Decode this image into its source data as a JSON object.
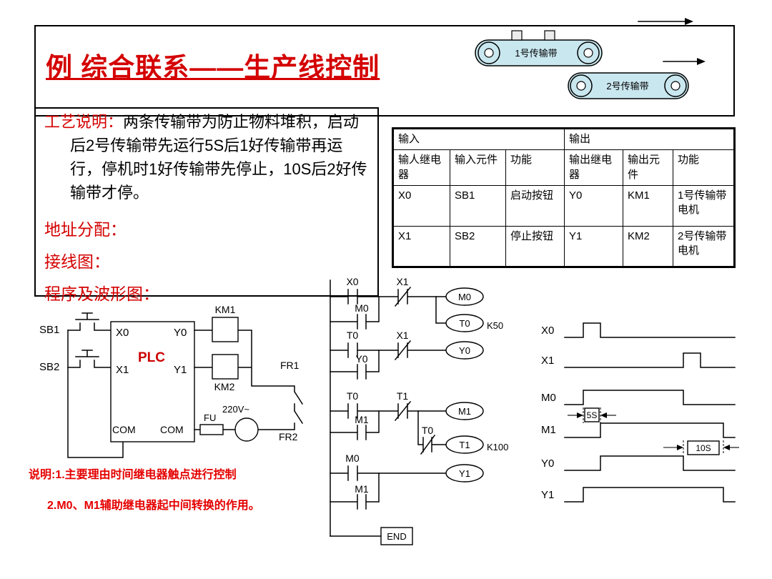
{
  "title": "例  综合联系——生产线控制",
  "banner": {
    "belt1_label": "1号传输带",
    "belt2_label": "2号传输带"
  },
  "description": {
    "heading": "工艺说明：",
    "body": "两条传输带为防止物料堆积，启动后2号传输带先运行5S后1好传输带再运行，停机时1好传输带先停止，10S后2好传输带才停。",
    "items": [
      {
        "label": "地址分配："
      },
      {
        "label": "接线图："
      },
      {
        "label": "程序及波形图："
      }
    ]
  },
  "io_table": {
    "group_headers": [
      "输入",
      "输出"
    ],
    "col_headers": [
      "输人继电器",
      "输入元件",
      "功能",
      "输出继电器",
      "输出元件",
      "功能"
    ],
    "rows": [
      [
        "X0",
        "SB1",
        "启动按钮",
        "Y0",
        "KM1",
        "1号传输带电机"
      ],
      [
        "X1",
        "SB2",
        "停止按钮",
        "Y1",
        "KM2",
        "2号传输带电机"
      ]
    ]
  },
  "wiring": {
    "sb1": "SB1",
    "sb2": "SB2",
    "x0": "X0",
    "x1": "X1",
    "y0": "Y0",
    "y1": "Y1",
    "plc": "PLC",
    "com_left": "COM",
    "com_right": "COM",
    "km1": "KM1",
    "km2": "KM2",
    "fu": "FU",
    "voltage": "220V~",
    "fr1": "FR1",
    "fr2": "FR2"
  },
  "ladder": {
    "r1c1": "X0",
    "r1c2": "X1",
    "r1coil": "M0",
    "r1par": "M0",
    "r1tcoil": "T0",
    "r1tval": "K50",
    "r2c1": "T0",
    "r2c2": "X1",
    "r2coil": "Y0",
    "r2par": "Y0",
    "r3c1": "T0",
    "r3c2": "T1",
    "r3coil": "M1",
    "r3par": "M1",
    "r3bc": "T0",
    "r3tcoil": "T1",
    "r3tval": "K100",
    "r4c1": "M0",
    "r4coil": "Y1",
    "r4par": "M1",
    "end_label": "END"
  },
  "waveforms": {
    "labels": [
      "X0",
      "X1",
      "M0",
      "M1",
      "Y0",
      "Y1"
    ],
    "t5s": "5S",
    "t10s": "10S"
  },
  "notes": [
    "说明:1.主要理由时间继电器触点进行控制",
    "2.M0、M1辅助继电器起中间转换的作用。"
  ]
}
